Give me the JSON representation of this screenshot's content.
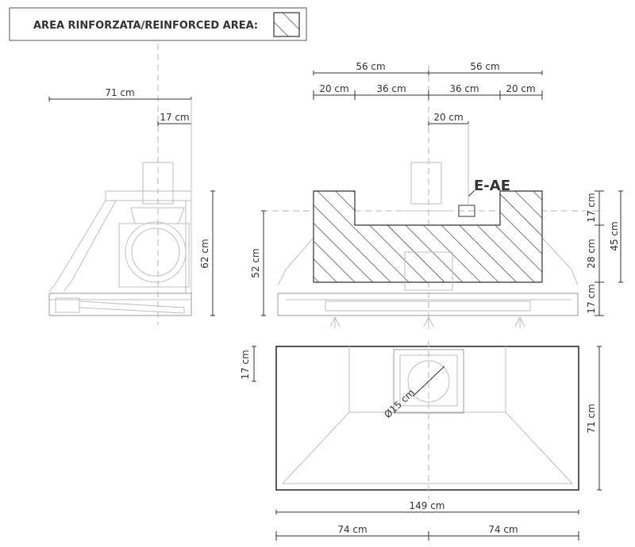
{
  "legend": {
    "label": "AREA RINFORZATA/REINFORCED AREA:"
  },
  "side_view": {
    "width": "71 cm",
    "duct": "17 cm",
    "height": "62 cm"
  },
  "front_view": {
    "top_left": "56 cm",
    "top_right": "56 cm",
    "seg_1": "20 cm",
    "seg_2": "36 cm",
    "seg_3": "36 cm",
    "seg_4": "20 cm",
    "outlet_offset": "20 cm",
    "outlet_label": "E-AE",
    "left_height": "52 cm",
    "right_top": "17 cm",
    "right_mid": "28 cm",
    "right_total": "45 cm",
    "right_bottom": "17 cm"
  },
  "plan_view": {
    "depth_top": "17 cm",
    "diameter": "Ø15 cm",
    "depth": "71 cm",
    "total_width": "149 cm",
    "half_left": "74 cm",
    "half_right": "74 cm"
  },
  "colors": {
    "line": "#333333",
    "faint": "#bdbdbd",
    "hatch": "#333333"
  }
}
